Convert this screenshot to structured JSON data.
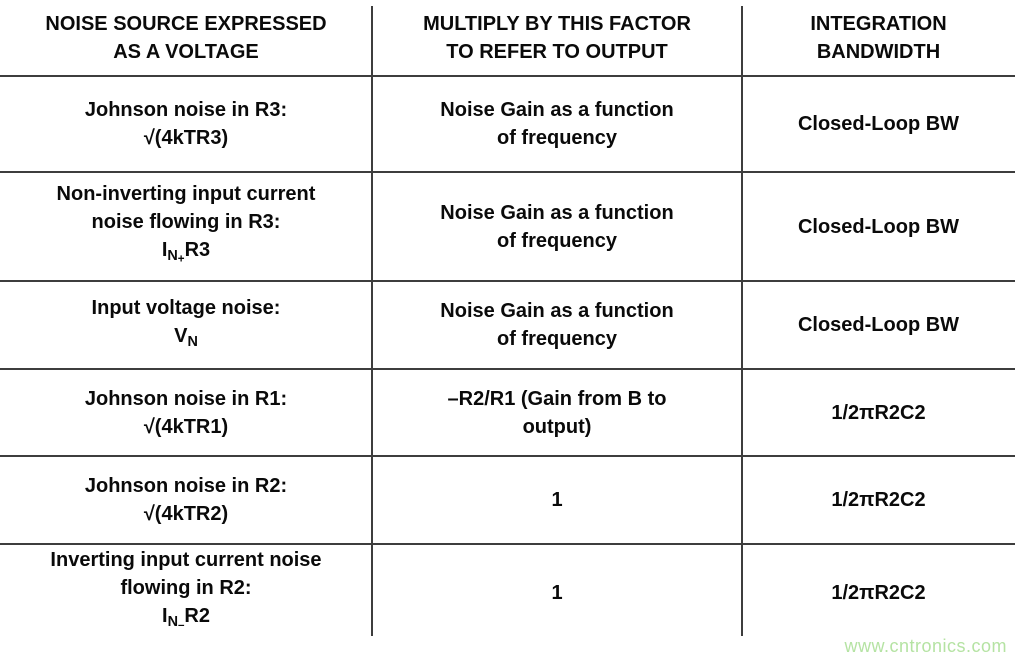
{
  "colors": {
    "line": "#3d3d3d",
    "text": "#0a0a0a",
    "watermark": "#b5e3a3",
    "background": "#ffffff"
  },
  "table": {
    "headers": {
      "source": [
        "NOISE SOURCE EXPRESSED",
        "AS A VOLTAGE"
      ],
      "factor": [
        "MULTIPLY BY THIS FACTOR",
        "TO REFER TO OUTPUT"
      ],
      "bandwidth": [
        "INTEGRATION",
        "BANDWIDTH"
      ]
    },
    "rows": [
      {
        "source": [
          "Johnson noise in R3:",
          "√(4kTR3)"
        ],
        "factor": [
          "Noise Gain as a function",
          "of frequency"
        ],
        "bandwidth": "Closed-Loop BW"
      },
      {
        "source": [
          "Non-inverting input current",
          "noise flowing in R3:"
        ],
        "source_formula": [
          {
            "t": "I",
            "lv": 0
          },
          {
            "t": "N",
            "lv": 1
          },
          {
            "t": "+",
            "lv": 2
          },
          {
            "t": "R3",
            "lv": 0
          }
        ],
        "factor": [
          "Noise Gain as a function",
          "of frequency"
        ],
        "bandwidth": "Closed-Loop BW"
      },
      {
        "source": [
          "Input voltage noise:"
        ],
        "source_formula": [
          {
            "t": "V",
            "lv": 0
          },
          {
            "t": "N",
            "lv": 1
          }
        ],
        "factor": [
          "Noise Gain as a function",
          "of frequency"
        ],
        "bandwidth": "Closed-Loop BW"
      },
      {
        "source": [
          "Johnson noise in R1:",
          "√(4kTR1)"
        ],
        "factor": [
          "–R2/R1 (Gain from B to",
          "output)"
        ],
        "bandwidth": "1/2πR2C2"
      },
      {
        "source": [
          "Johnson noise in R2:",
          "√(4kTR2)"
        ],
        "factor": [
          "1"
        ],
        "bandwidth": "1/2πR2C2"
      },
      {
        "source": [
          "Inverting input current noise",
          "flowing in R2:"
        ],
        "source_formula": [
          {
            "t": "I",
            "lv": 0
          },
          {
            "t": "N",
            "lv": 1
          },
          {
            "t": "–",
            "lv": 2
          },
          {
            "t": "R2",
            "lv": 0
          }
        ],
        "factor": [
          "1"
        ],
        "bandwidth": "1/2πR2C2"
      }
    ]
  },
  "watermark": {
    "text": "www.cntronics.com"
  }
}
